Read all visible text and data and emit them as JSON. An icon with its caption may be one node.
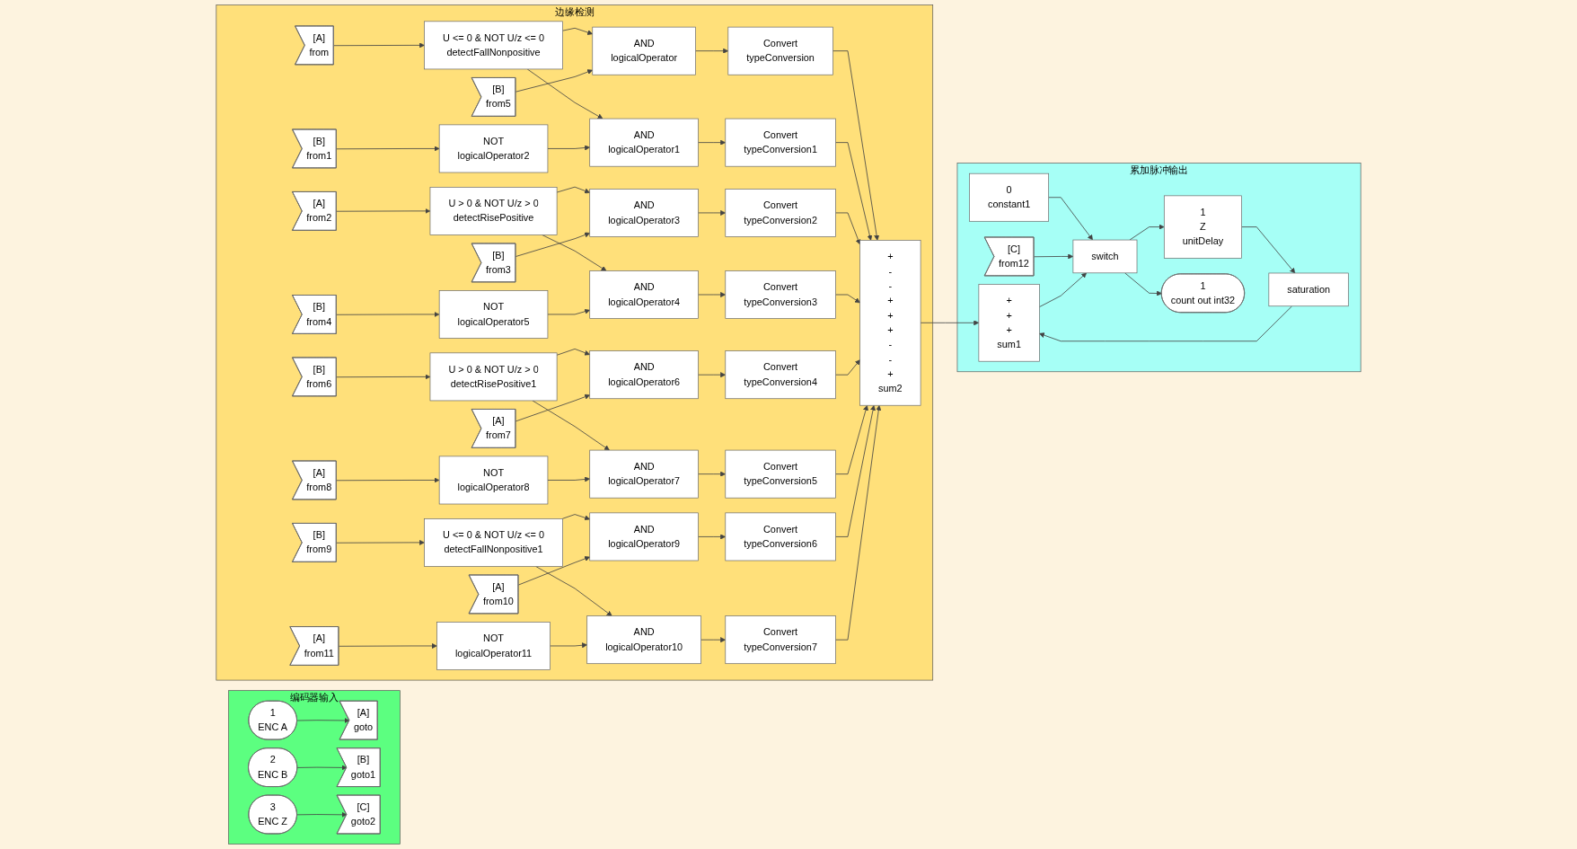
{
  "diagram": {
    "nodes": [
      {
        "text": [
          "编码器输入"
        ]
      },
      {
        "text": [
          "1",
          "ENC A"
        ],
        "in": 0
      },
      {
        "text": [
          "[A]",
          "goto"
        ],
        "in": 0
      },
      {
        "text": [
          "2",
          "ENC B"
        ],
        "in": 0
      },
      {
        "text": [
          "[B]",
          "goto1"
        ],
        "in": 0
      },
      {
        "text": [
          "3",
          "ENC Z"
        ],
        "in": 0
      },
      {
        "text": [
          "[C]",
          "goto2"
        ],
        "in": 0
      },
      {
        "text": [
          "边缘检测"
        ]
      },
      {
        "text": [
          "[A]",
          "from"
        ],
        "in": 7
      },
      {
        "text": [
          "U <= 0 & NOT U/z <= 0",
          "detectFallNonpositive"
        ],
        "in": 7
      },
      {
        "text": [
          "AND",
          "logicalOperator"
        ],
        "in": 7
      },
      {
        "text": [
          "Convert",
          "typeConversion"
        ],
        "in": 7
      },
      {
        "text": [
          "[B]",
          "from5"
        ],
        "in": 7
      },
      {
        "text": [
          "[B]",
          "from1"
        ],
        "in": 7
      },
      {
        "text": [
          "NOT",
          "logicalOperator2"
        ],
        "in": 7
      },
      {
        "text": [
          "AND",
          "logicalOperator1"
        ],
        "in": 7
      },
      {
        "text": [
          "Convert",
          "typeConversion1"
        ],
        "in": 7
      },
      {
        "text": [
          "[A]",
          "from2"
        ],
        "in": 7
      },
      {
        "text": [
          "U > 0 & NOT U/z > 0",
          "detectRisePositive"
        ],
        "in": 7
      },
      {
        "text": [
          "AND",
          "logicalOperator3"
        ],
        "in": 7
      },
      {
        "text": [
          "Convert",
          "typeConversion2"
        ],
        "in": 7
      },
      {
        "text": [
          "[B]",
          "from3"
        ],
        "in": 7
      },
      {
        "text": [
          "[B]",
          "from4"
        ],
        "in": 7
      },
      {
        "text": [
          "NOT",
          "logicalOperator5"
        ],
        "in": 7
      },
      {
        "text": [
          "AND",
          "logicalOperator4"
        ],
        "in": 7
      },
      {
        "text": [
          "Convert",
          "typeConversion3"
        ],
        "in": 7
      },
      {
        "text": [
          "[B]",
          "from6"
        ],
        "in": 7
      },
      {
        "text": [
          "U > 0 & NOT U/z > 0",
          "detectRisePositive1"
        ],
        "in": 7
      },
      {
        "text": [
          "AND",
          "logicalOperator6"
        ],
        "in": 7
      },
      {
        "text": [
          "Convert",
          "typeConversion4"
        ],
        "in": 7
      },
      {
        "text": [
          "[A]",
          "from7"
        ],
        "in": 7
      },
      {
        "text": [
          "[A]",
          "from8"
        ],
        "in": 7
      },
      {
        "text": [
          "NOT",
          "logicalOperator8"
        ],
        "in": 7
      },
      {
        "text": [
          "AND",
          "logicalOperator7"
        ],
        "in": 7
      },
      {
        "text": [
          "Convert",
          "typeConversion5"
        ],
        "in": 7
      },
      {
        "text": [
          "[B]",
          "from9"
        ],
        "in": 7
      },
      {
        "text": [
          "U <= 0 & NOT U/z <= 0",
          "detectFallNonpositive1"
        ],
        "in": 7
      },
      {
        "text": [
          "AND",
          "logicalOperator9"
        ],
        "in": 7
      },
      {
        "text": [
          "Convert",
          "typeConversion6"
        ],
        "in": 7
      },
      {
        "text": [
          "[A]",
          "from10"
        ],
        "in": 7
      },
      {
        "text": [
          "[A]",
          "from11"
        ],
        "in": 7
      },
      {
        "text": [
          "NOT",
          "logicalOperator11"
        ],
        "in": 7
      },
      {
        "text": [
          "AND",
          "logicalOperator10"
        ],
        "in": 7
      },
      {
        "text": [
          "Convert",
          "typeConversion7"
        ],
        "in": 7
      },
      {
        "text": [
          "+",
          "-",
          "-",
          "+",
          "+",
          "+",
          "-",
          "-",
          "+",
          "sum2"
        ],
        "in": 7
      },
      {
        "text": [
          "累加脉冲输出"
        ]
      },
      {
        "text": [
          "saturation"
        ],
        "in": 45
      },
      {
        "text": [
          "1",
          "Z",
          "unitDelay"
        ],
        "in": 45
      },
      {
        "text": [
          "+",
          "+",
          "+",
          "sum1"
        ],
        "in": 45
      },
      {
        "text": [
          "switch"
        ],
        "in": 45
      },
      {
        "text": [
          "1",
          "count out int32"
        ],
        "in": 45
      },
      {
        "text": [
          "0",
          "constant1"
        ],
        "in": 45
      },
      {
        "text": [
          "[C]",
          "from12"
        ],
        "in": 45
      }
    ],
    "edges": [
      {
        "from": 1,
        "to": 2,
        "arrow": "to"
      },
      {
        "from": 3,
        "to": 4,
        "arrow": "to"
      },
      {
        "from": 5,
        "to": 6,
        "arrow": "to"
      },
      {
        "from": 8,
        "to": 9,
        "arrow": "to"
      },
      {
        "from": 9,
        "to": 10,
        "arrow": "to"
      },
      {
        "from": 12,
        "to": 10,
        "arrow": "to"
      },
      {
        "from": 10,
        "to": 11,
        "arrow": "to"
      },
      {
        "from": 9,
        "to": 15,
        "arrow": "to"
      },
      {
        "from": 13,
        "to": 14,
        "arrow": "to"
      },
      {
        "from": 14,
        "to": 15,
        "arrow": "to"
      },
      {
        "from": 15,
        "to": 16,
        "arrow": "to"
      },
      {
        "from": 17,
        "to": 18,
        "arrow": "to"
      },
      {
        "from": 18,
        "to": 19,
        "arrow": "to"
      },
      {
        "from": 21,
        "to": 19,
        "arrow": "to"
      },
      {
        "from": 19,
        "to": 20,
        "arrow": "to"
      },
      {
        "from": 18,
        "to": 24,
        "arrow": "to"
      },
      {
        "from": 22,
        "to": 23,
        "arrow": "to"
      },
      {
        "from": 23,
        "to": 24,
        "arrow": "to"
      },
      {
        "from": 24,
        "to": 25,
        "arrow": "to"
      },
      {
        "from": 26,
        "to": 27,
        "arrow": "to"
      },
      {
        "from": 27,
        "to": 28,
        "arrow": "to"
      },
      {
        "from": 30,
        "to": 28,
        "arrow": "to"
      },
      {
        "from": 28,
        "to": 29,
        "arrow": "to"
      },
      {
        "from": 27,
        "to": 33,
        "arrow": "to"
      },
      {
        "from": 31,
        "to": 32,
        "arrow": "to"
      },
      {
        "from": 32,
        "to": 33,
        "arrow": "to"
      },
      {
        "from": 33,
        "to": 34,
        "arrow": "to"
      },
      {
        "from": 35,
        "to": 36,
        "arrow": "to"
      },
      {
        "from": 36,
        "to": 37,
        "arrow": "to"
      },
      {
        "from": 39,
        "to": 37,
        "arrow": "to"
      },
      {
        "from": 37,
        "to": 38,
        "arrow": "to"
      },
      {
        "from": 36,
        "to": 42,
        "arrow": "to"
      },
      {
        "from": 40,
        "to": 41,
        "arrow": "to"
      },
      {
        "from": 41,
        "to": 42,
        "arrow": "to"
      },
      {
        "from": 42,
        "to": 43,
        "arrow": "to"
      },
      {
        "from": 11,
        "to": 44,
        "arrow": "to"
      },
      {
        "from": 16,
        "to": 44,
        "arrow": "to"
      },
      {
        "from": 20,
        "to": 44,
        "arrow": "to"
      },
      {
        "from": 25,
        "to": 44,
        "arrow": "to"
      },
      {
        "from": 29,
        "to": 44,
        "arrow": "to"
      },
      {
        "from": 34,
        "to": 44,
        "arrow": "to"
      },
      {
        "from": 38,
        "to": 44,
        "arrow": "to"
      },
      {
        "from": 43,
        "to": 44,
        "arrow": "to"
      },
      {
        "from": 47,
        "to": 46,
        "arrow": "to"
      },
      {
        "from": 46,
        "to": 48,
        "arrow": "to"
      },
      {
        "from": 44,
        "to": 48,
        "arrow": "to"
      },
      {
        "from": 51,
        "to": 49,
        "arrow": "to"
      },
      {
        "from": 52,
        "to": 49,
        "arrow": "to"
      },
      {
        "from": 48,
        "to": 49,
        "arrow": "to"
      },
      {
        "from": 49,
        "to": 50,
        "arrow": "to"
      },
      {
        "from": 49,
        "to": 47,
        "arrow": "to"
      }
    ]
  }
}
